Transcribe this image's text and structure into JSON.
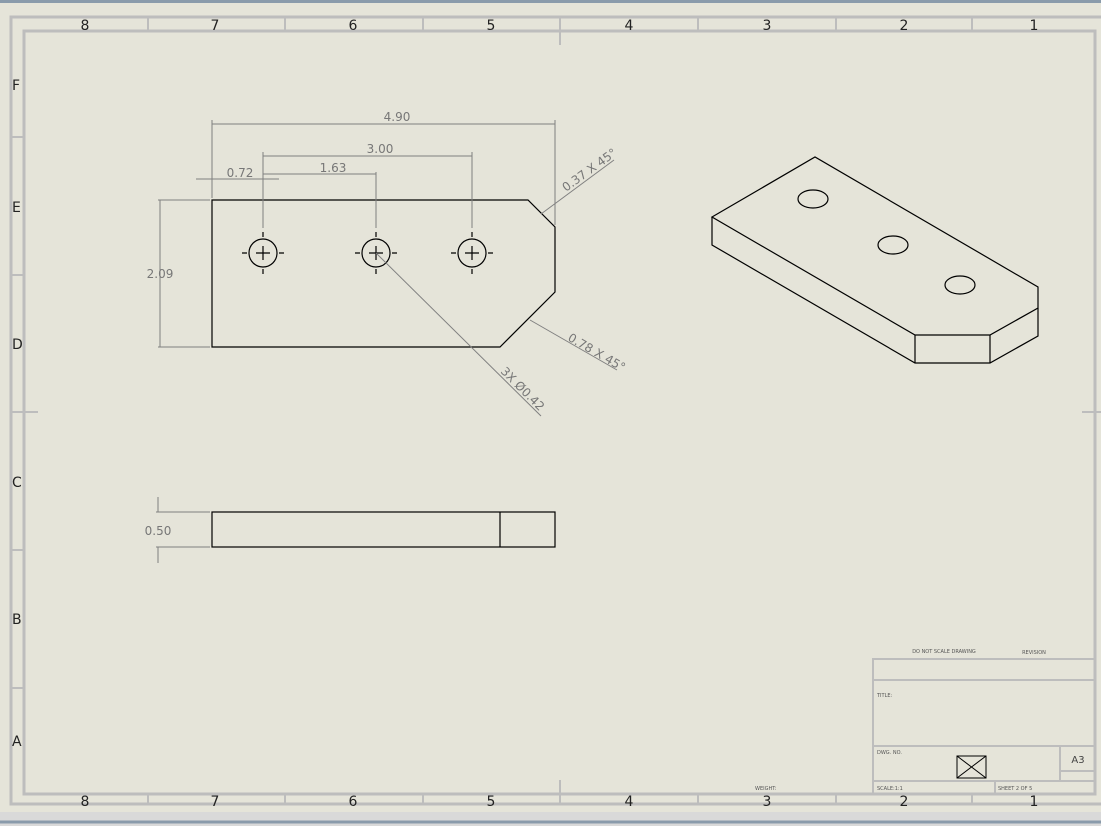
{
  "sheet": {
    "zones_horizontal": [
      "8",
      "7",
      "6",
      "5",
      "4",
      "3",
      "2",
      "1"
    ],
    "zones_vertical": [
      "F",
      "E",
      "D",
      "C",
      "B",
      "A"
    ]
  },
  "front_view": {
    "dim_overall_length": "4.90",
    "dim_hole_spacing_outer": "3.00",
    "dim_hole_spacing_inner": "1.63",
    "dim_edge_to_hole": "0.72",
    "dim_height": "2.09",
    "chamfer_top": "0.37 X 45°",
    "chamfer_bottom": "0.78 X 45°",
    "hole_callout": "3X Ø0.42"
  },
  "side_view": {
    "dim_thickness": "0.50"
  },
  "title_block": {
    "do_not_scale": "DO NOT SCALE DRAWING",
    "revision": "REVISION",
    "title_label": "TITLE:",
    "dwg_no_label": "DWG. NO.",
    "size": "A3",
    "scale": "SCALE:1:1",
    "weight": "WEIGHT:",
    "sheet": "SHEET 2 OF 5"
  },
  "colors": {
    "paper": "#e5e4d9",
    "frame": "#bdbdbd",
    "dimension": "#808080",
    "outline": "#000000"
  }
}
